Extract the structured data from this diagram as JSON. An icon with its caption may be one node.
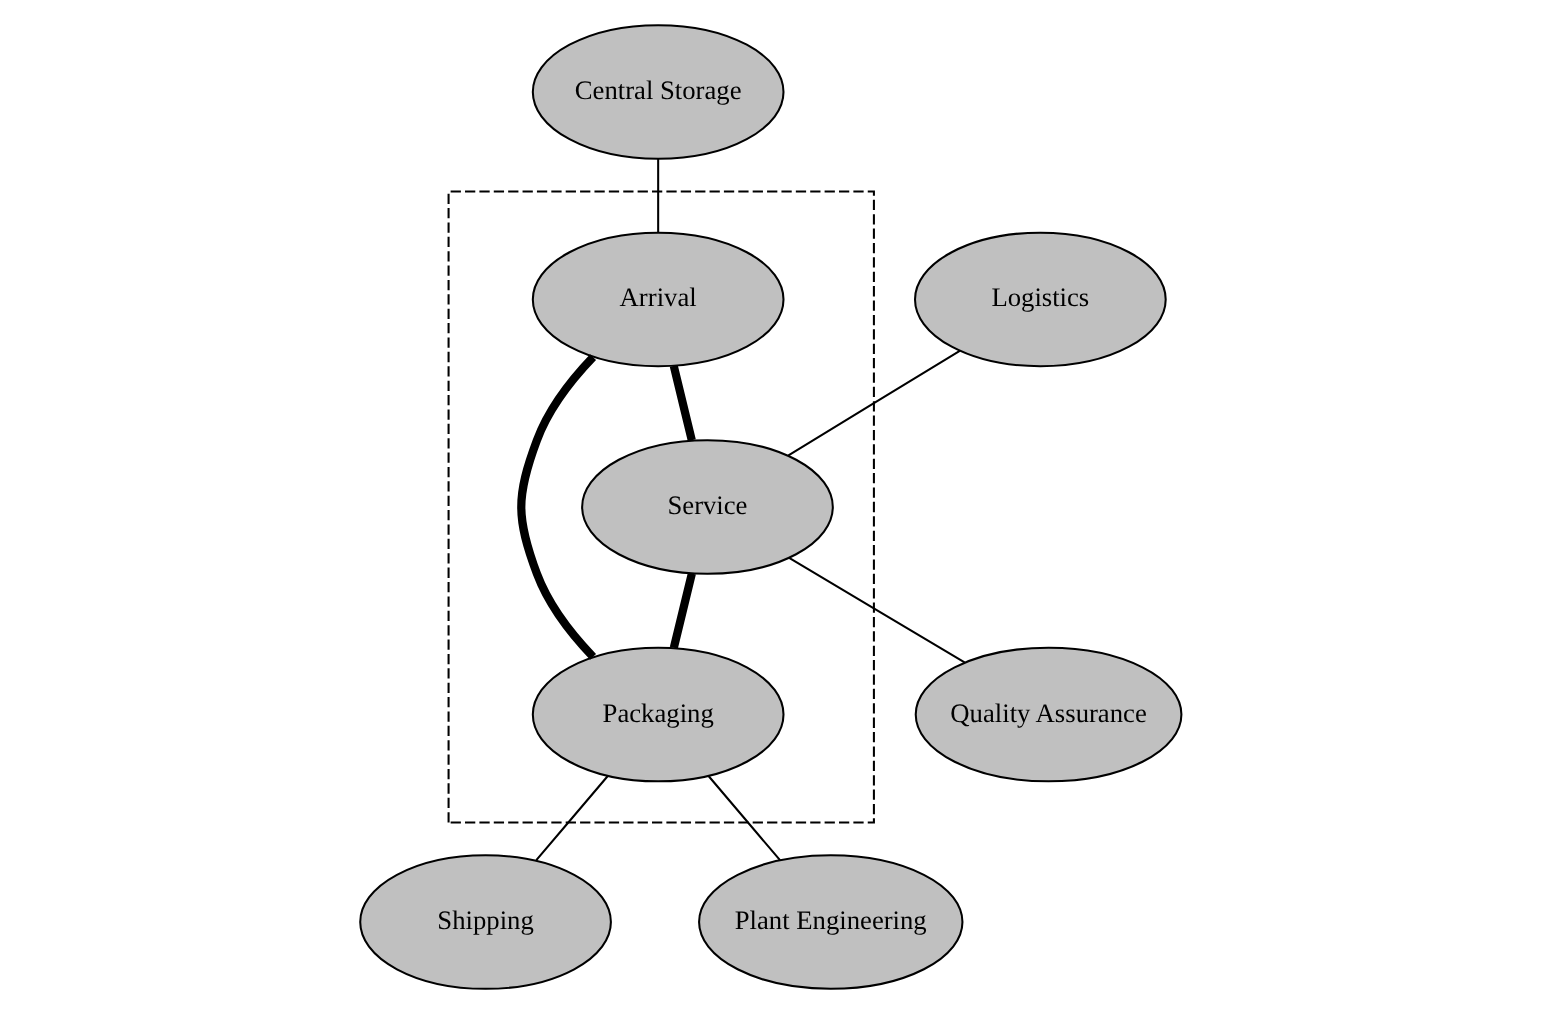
{
  "diagram": {
    "nodes": [
      {
        "text": [
          "Central Storage"
        ]
      },
      {
        "text": [
          "Logistics"
        ]
      },
      {
        "text": [],
        "shape": "box"
      },
      {
        "text": [
          "Arrival"
        ],
        "in": 2
      },
      {
        "text": [
          "Service"
        ],
        "in": 2
      },
      {
        "text": [
          "Quality Assurance"
        ]
      },
      {
        "text": [
          "Packaging"
        ],
        "in": 2
      },
      {
        "text": [
          "Shipping"
        ]
      },
      {
        "text": [
          "Plant Engineering"
        ]
      }
    ],
    "edges": [
      {
        "from": 0,
        "to": 3,
        "arrow": "none"
      },
      {
        "from": 1,
        "to": 4,
        "arrow": "none"
      },
      {
        "from": 3,
        "to": 4,
        "arrow": "none",
        "style": "thick"
      },
      {
        "from": 4,
        "to": 5,
        "arrow": "none"
      },
      {
        "from": 3,
        "to": 6,
        "arrow": "none",
        "style": "thick"
      },
      {
        "from": 4,
        "to": 6,
        "arrow": "none",
        "style": "thick"
      },
      {
        "from": 6,
        "to": 7,
        "arrow": "none"
      },
      {
        "from": 6,
        "to": 8,
        "arrow": "none"
      }
    ]
  }
}
